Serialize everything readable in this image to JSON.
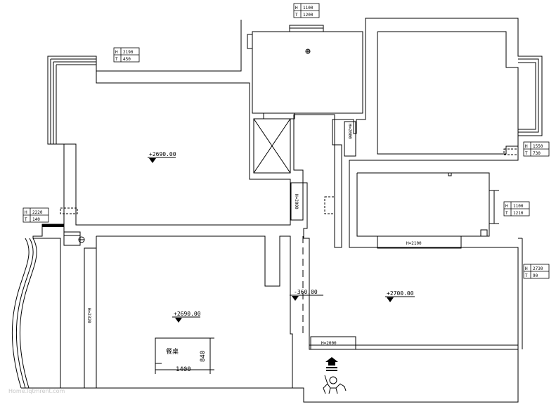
{
  "plan": {
    "window_tags": [
      {
        "h": "1100",
        "t": "1200"
      },
      {
        "h": "2190",
        "t": "450"
      },
      {
        "h": "1550",
        "t": "730"
      },
      {
        "h": "1100",
        "t": "1210"
      },
      {
        "h": "2220",
        "t": "140"
      },
      {
        "h": "2730",
        "t": "90"
      }
    ],
    "tag_h": "H",
    "tag_t": "T",
    "elevations": [
      "+2690.00",
      "+2690.00",
      "-360.00",
      "+2700.00"
    ],
    "door_heights": [
      "H=2000",
      "H=2000",
      "H=2100",
      "H=2320",
      "H=2000"
    ],
    "furniture_label": "餐桌",
    "dim_width": "1400",
    "dim_depth": "840",
    "watermark": "Home.lqtmrent.com"
  }
}
